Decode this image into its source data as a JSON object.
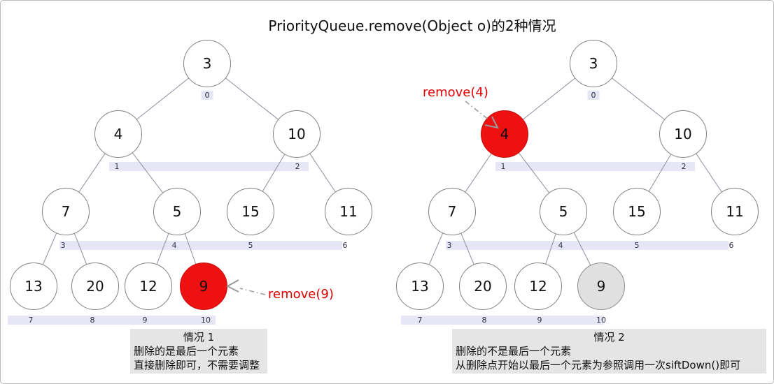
{
  "title": "PriorityQueue.remove(Object o)的2种情况",
  "colors": {
    "highlight_node": "#ee1111",
    "removed_node_fill": "#e0e0e0",
    "index_band": "#e6e6f7",
    "remove_text": "#dd0000",
    "caption_bg": "#e5e5e5"
  },
  "left": {
    "values": {
      "n0": "3",
      "n1": "4",
      "n2": "10",
      "n3": "7",
      "n4": "5",
      "n5": "15",
      "n6": "11",
      "n7": "13",
      "n8": "20",
      "n9": "12",
      "n10": "9"
    },
    "indices": {
      "i0": "0",
      "i1": "1",
      "i2": "2",
      "i3": "3",
      "i4": "4",
      "i5": "5",
      "i6": "6",
      "i7": "7",
      "i8": "8",
      "i9": "9",
      "i10": "10"
    },
    "remove_label": "remove(9)",
    "caption": {
      "title": "情况 1",
      "line1": "删除的是最后一个元素",
      "line2": "直接删除即可，不需要调整"
    }
  },
  "right": {
    "values": {
      "n0": "3",
      "n1": "4",
      "n2": "10",
      "n3": "7",
      "n4": "5",
      "n5": "15",
      "n6": "11",
      "n7": "13",
      "n8": "20",
      "n9": "12",
      "n10": "9"
    },
    "indices": {
      "i0": "0",
      "i1": "1",
      "i2": "2",
      "i3": "3",
      "i4": "4",
      "i5": "5",
      "i6": "6",
      "i7": "7",
      "i8": "8",
      "i9": "9",
      "i10": "10"
    },
    "remove_label": "remove(4)",
    "caption": {
      "title": "情况 2",
      "line1": "删除的不是最后一个元素",
      "line2": "从删除点开始以最后一个元素为参照调用一次siftDown()即可"
    }
  }
}
